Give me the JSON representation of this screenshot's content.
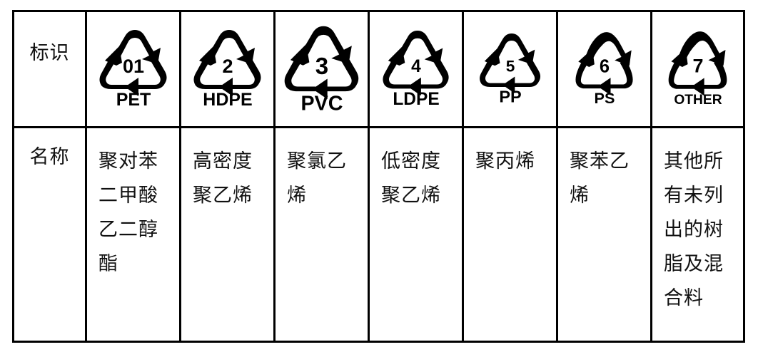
{
  "table": {
    "row_labels": {
      "mark": "标识",
      "name": "名称"
    },
    "columns": [
      {
        "code": "01",
        "abbr": "PET",
        "icon": "mobius-loop-recycling-icon",
        "name": "聚对苯\n二甲酸\n乙二醇\n酯",
        "name_full": "聚对苯二甲酸乙二醇酯"
      },
      {
        "code": "2",
        "abbr": "HDPE",
        "icon": "mobius-loop-recycling-icon",
        "name": "高密度\n聚乙烯",
        "name_full": "高密度聚乙烯"
      },
      {
        "code": "3",
        "abbr": "PVC",
        "icon": "mobius-loop-recycling-icon",
        "name": "聚氯乙\n烯",
        "name_full": "聚氯乙烯"
      },
      {
        "code": "4",
        "abbr": "LDPE",
        "icon": "mobius-loop-recycling-icon",
        "name": "低密度\n聚乙烯",
        "name_full": "低密度聚乙烯"
      },
      {
        "code": "5",
        "abbr": "PP",
        "icon": "mobius-loop-recycling-icon",
        "name": "聚丙烯",
        "name_full": "聚丙烯"
      },
      {
        "code": "6",
        "abbr": "PS",
        "icon": "mobius-loop-recycling-icon",
        "name": "聚苯乙\n烯",
        "name_full": "聚苯乙烯"
      },
      {
        "code": "7",
        "abbr": "OTHER",
        "icon": "mobius-loop-recycling-icon",
        "name": "其他所\n有未列\n出的树\n脂及混\n合料",
        "name_full": "其他所有未列出的树脂及混合料"
      }
    ]
  },
  "colors": {
    "ink": "#000000",
    "text": "#111111",
    "background": "#ffffff",
    "border": "#000000"
  }
}
